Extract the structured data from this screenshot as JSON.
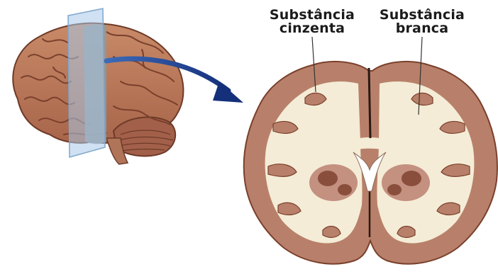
{
  "labels": {
    "gray_matter": {
      "line1": "Substância",
      "line2": "cinzenta"
    },
    "white_matter": {
      "line1": "Substância",
      "line2": "branca"
    }
  },
  "colors": {
    "cortex": "#b8806a",
    "cortex_dark": "#8c5440",
    "white_matter": "#f4ecd6",
    "basal_ganglia": "#8a4e3c",
    "slice_plane": "#a8c8e8",
    "arrow": "#1f3c8c",
    "background": "#ffffff"
  },
  "icons": {
    "brain": "lateral-brain-illustration",
    "section": "coronal-section-illustration",
    "arrow": "curved-arrow"
  }
}
